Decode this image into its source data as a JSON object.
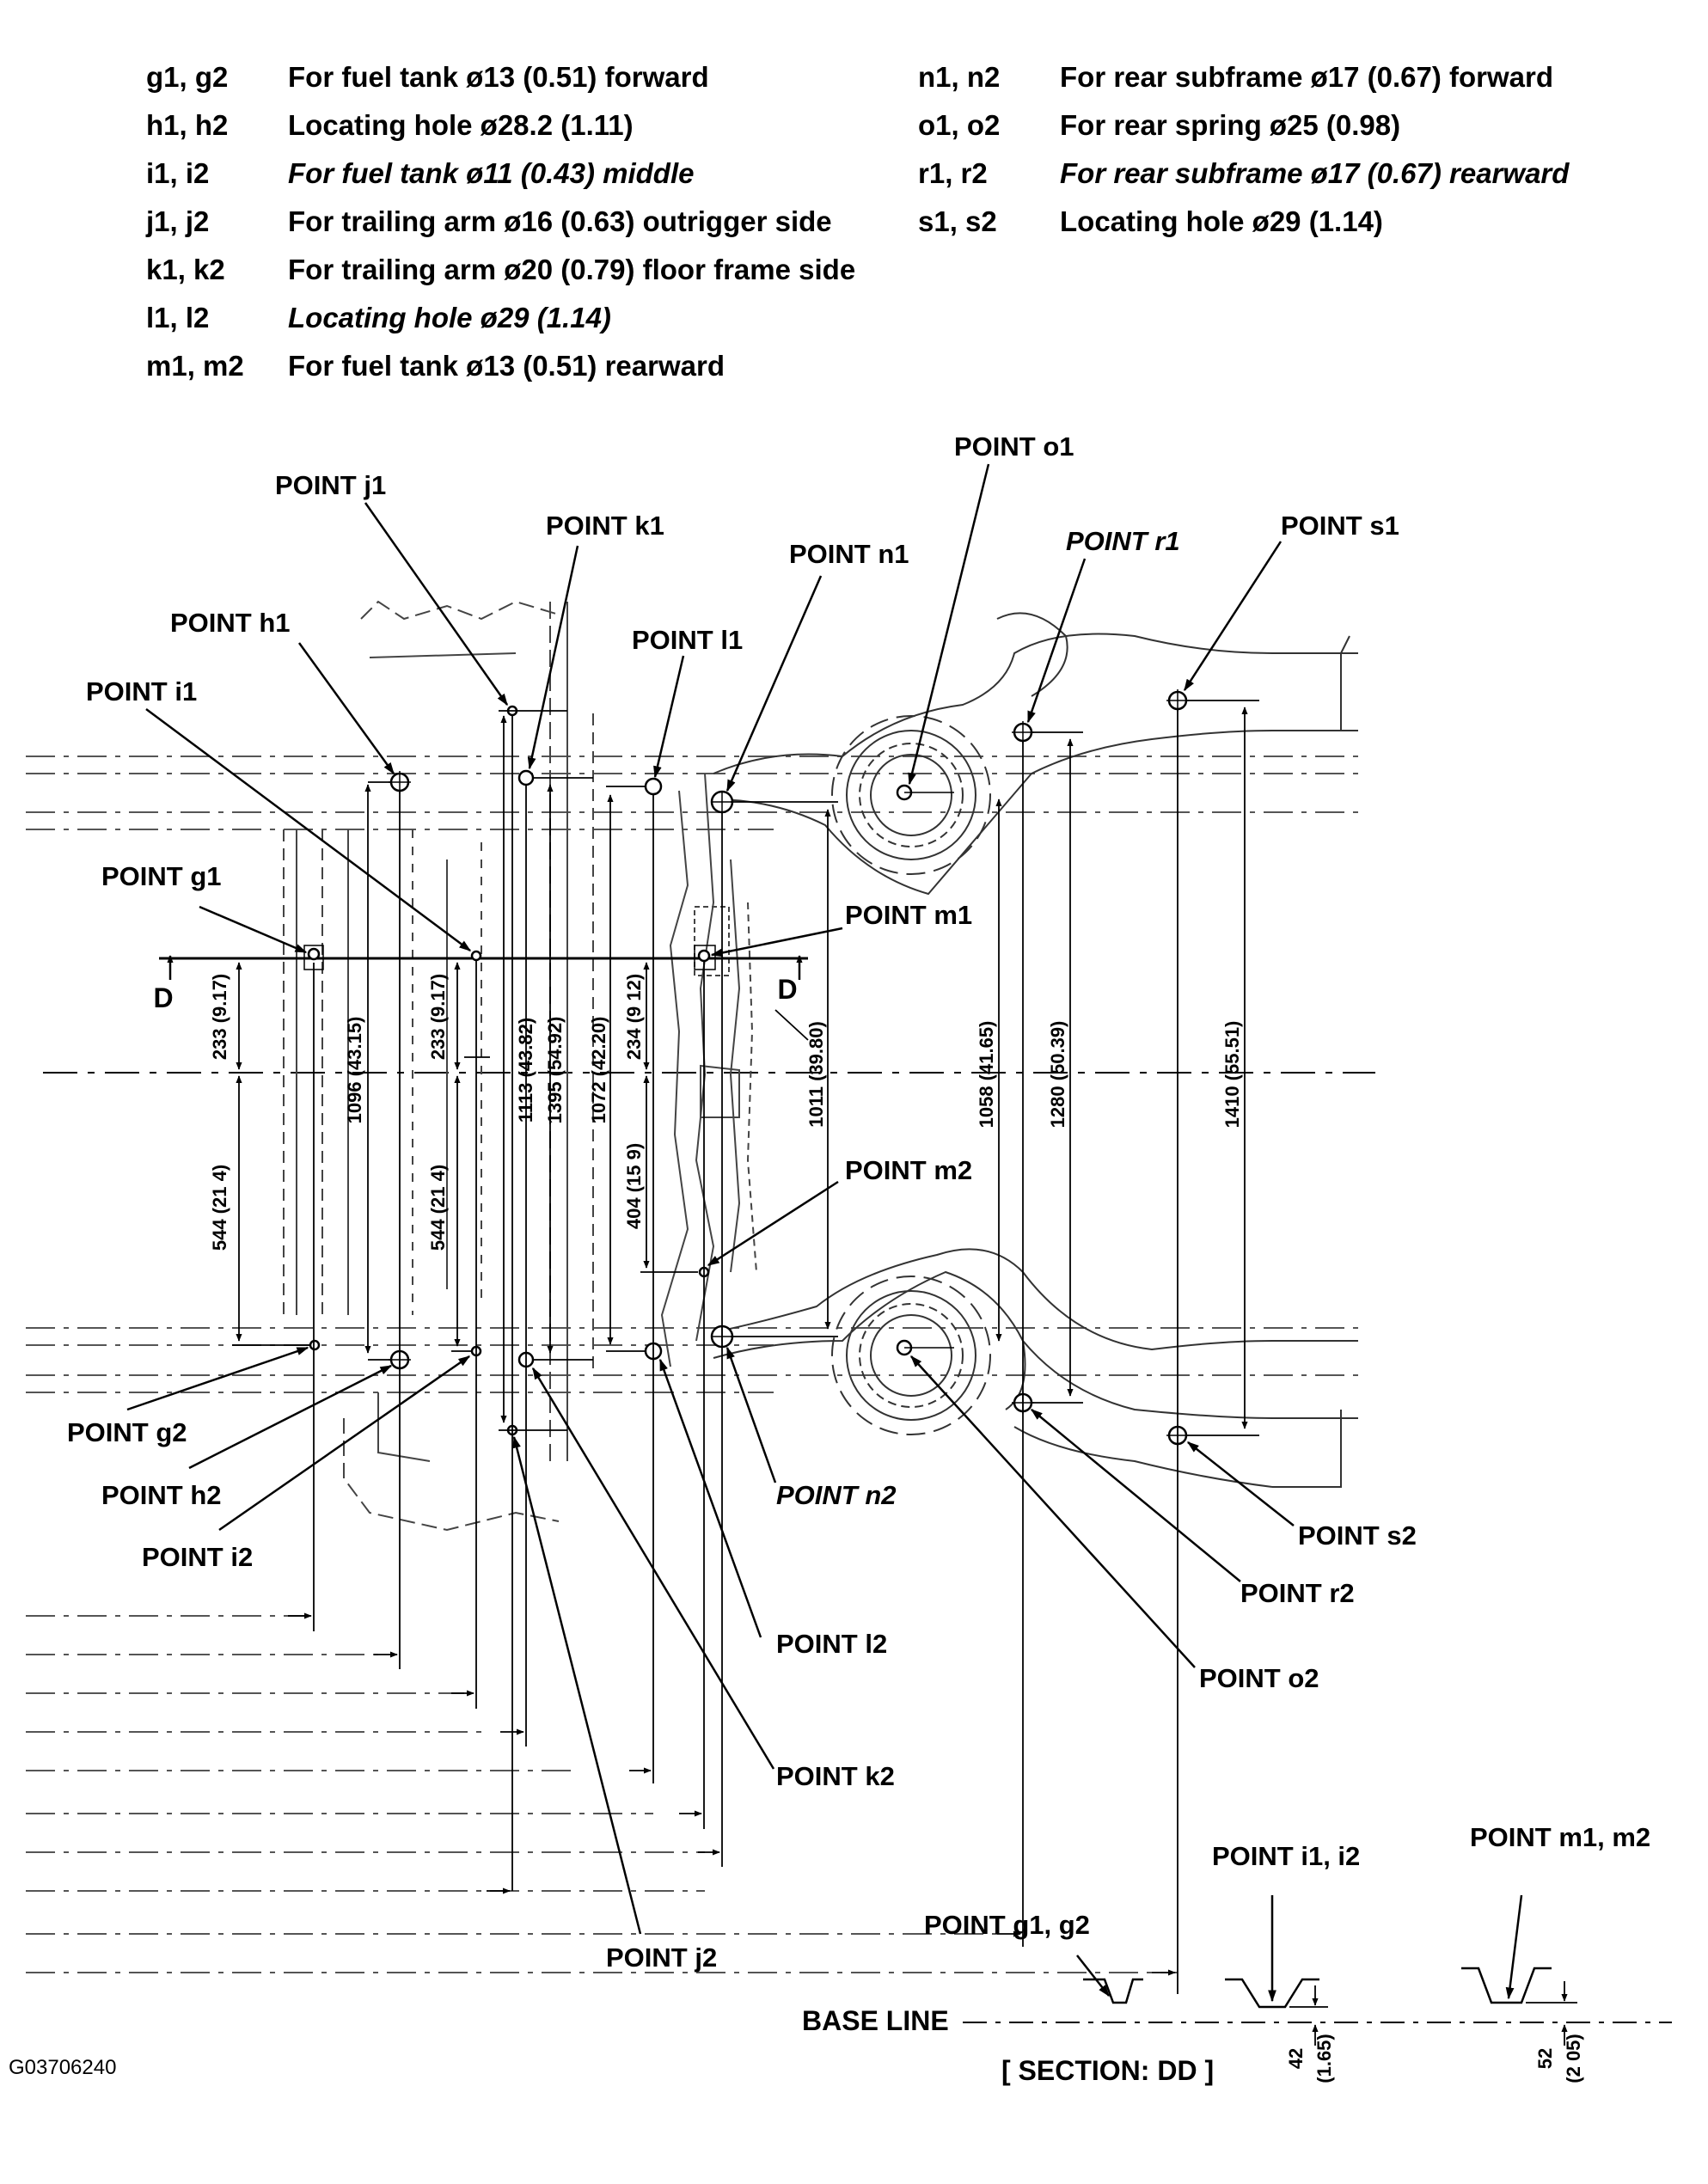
{
  "legend": {
    "left": [
      {
        "key": "g1, g2",
        "desc": "For fuel tank ø13 (0.51) forward"
      },
      {
        "key": "h1, h2",
        "desc": "Locating hole ø28.2 (1.11)"
      },
      {
        "key": "i1, i2",
        "desc": "For fuel tank ø11 (0.43) middle"
      },
      {
        "key": "j1, j2",
        "desc": "For trailing arm ø16 (0.63) outrigger side"
      },
      {
        "key": "k1, k2",
        "desc": "For trailing arm ø20 (0.79) floor frame side"
      },
      {
        "key": "l1, l2",
        "desc": "Locating hole ø29 (1.14)"
      },
      {
        "key": "m1, m2",
        "desc": "For fuel tank ø13 (0.51) rearward"
      }
    ],
    "right": [
      {
        "key": "n1, n2",
        "desc": "For rear subframe ø17 (0.67) forward"
      },
      {
        "key": "o1, o2",
        "desc": "For rear spring ø25 (0.98)"
      },
      {
        "key": "r1, r2",
        "desc": "For rear subframe ø17 (0.67) rearward"
      },
      {
        "key": "s1, s2",
        "desc": "Locating hole ø29 (1.14)"
      }
    ]
  },
  "points": {
    "j1": "POINT j1",
    "k1": "POINT k1",
    "h1": "POINT h1",
    "i1": "POINT i1",
    "l1": "POINT l1",
    "n1": "POINT n1",
    "o1": "POINT o1",
    "r1": "POINT r1",
    "s1": "POINT s1",
    "g1": "POINT g1",
    "m1": "POINT m1",
    "m2": "POINT m2",
    "g2": "POINT g2",
    "h2": "POINT h2",
    "i2": "POINT i2",
    "n2": "POINT n2",
    "s2": "POINT s2",
    "r2": "POINT r2",
    "l2": "POINT l2",
    "o2": "POINT o2",
    "k2": "POINT k2",
    "j2": "POINT j2"
  },
  "section_marker": "D",
  "dimensions": {
    "d233a": "233 (9.17)",
    "d544a": "544 (21 4)",
    "d1096": "1096 (43.15)",
    "d233b": "233 (9.17)",
    "d544b": "544 (21 4)",
    "d1113": "1113 (43.82)",
    "d1395": "1395 (54.92)",
    "d1072": "1072 (42.20)",
    "d234": "234 (9 12)",
    "d404": "404 (15 9)",
    "d1011": "1011 (39.80)",
    "d1058": "1058 (41.65)",
    "d1280": "1280 (50.39)",
    "d1410": "1410 (55.51)"
  },
  "section_view": {
    "g_label": "POINT g1, g2",
    "i_label": "POINT i1, i2",
    "m_label": "POINT m1, m2",
    "base_line": "BASE LINE",
    "title": "[ SECTION: DD ]",
    "h42": "42",
    "h42in": "(1.65)",
    "h52": "52",
    "h52in": "(2 05)"
  },
  "figure_id": "G03706240"
}
